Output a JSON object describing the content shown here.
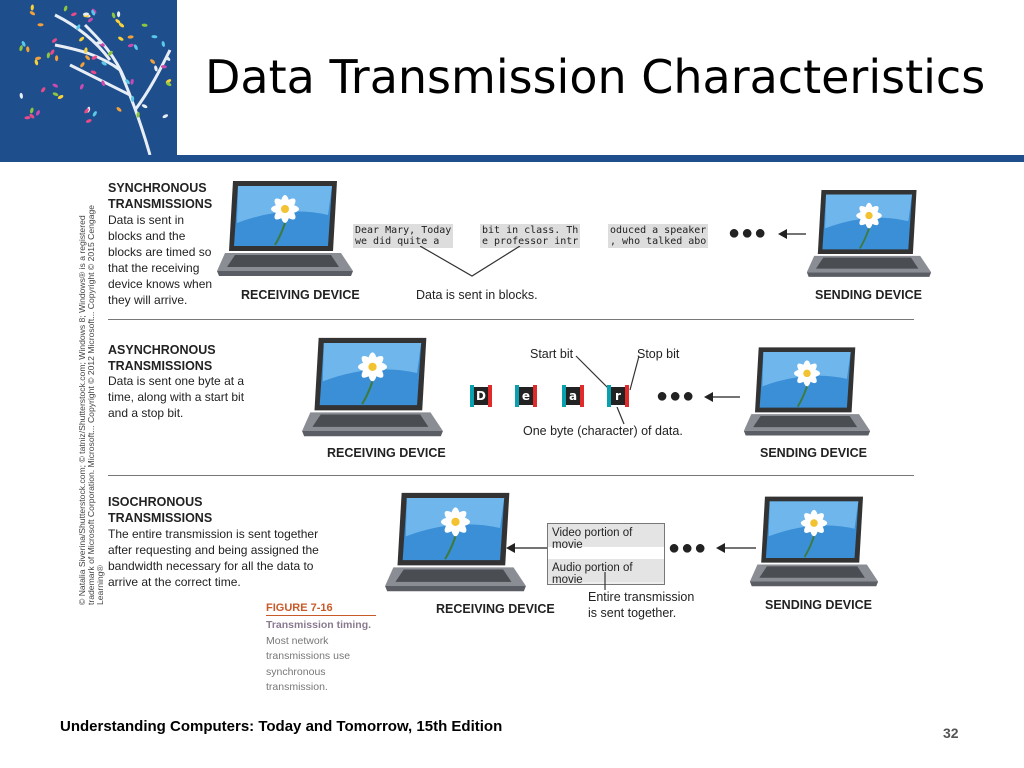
{
  "title": "Data Transmission Characteristics",
  "credit": "© Natalia Siverina/Shutterstock.com; © tatniz/Shutterstock.com; Windows 8; Windows® is a registered trademark of Microsoft Corporation. Microsoft... Copyright © 2012 Microsoft... Copyright © 2015 Cengage Learning®",
  "synchronous": {
    "title": "SYNCHRONOUS\nTRANSMISSIONS",
    "description": "Data is sent in blocks and the blocks are timed so that the receiving device knows when they will arrive.",
    "receiving": "RECEIVING DEVICE",
    "sending": "SENDING DEVICE",
    "block1_line1": "Dear Mary, Today",
    "block1_line2": "we did quite a",
    "block2_line1": "bit in class. Th",
    "block2_line2": "e professor intr",
    "block3_line1": "oduced a speaker",
    "block3_line2": ", who talked abo",
    "note": "Data is sent in blocks."
  },
  "asynchronous": {
    "title": "ASYNCHRONOUS\nTRANSMISSIONS",
    "description": "Data is sent one byte at a time, along with a start bit and a stop bit.",
    "receiving": "RECEIVING DEVICE",
    "sending": "SENDING DEVICE",
    "start_bit": "Start bit",
    "stop_bit": "Stop bit",
    "bytes": [
      "D",
      "e",
      "a",
      "r"
    ],
    "note": "One byte (character) of data."
  },
  "isochronous": {
    "title": "ISOCHRONOUS\nTRANSMISSIONS",
    "description": "The entire transmission is sent together after requesting and being assigned the bandwidth necessary for all the data to arrive at the correct time.",
    "receiving": "RECEIVING DEVICE",
    "sending": "SENDING DEVICE",
    "video": "Video portion of movie",
    "audio": "Audio portion of movie",
    "note": "Entire transmission\nis sent together."
  },
  "figure": {
    "label": "FIGURE 7-16",
    "caption_bold": "Transmission timing.",
    "caption_rest": " Most network transmissions use synchronous transmission."
  },
  "footer": "Understanding Computers: Today and Tomorrow, 15th Edition",
  "page_number": "32",
  "colors": {
    "brand_blue": "#1f4e8c",
    "start_bit": "#0aa0b0",
    "stop_bit": "#e02b2b",
    "figure_label": "#c85a2a"
  },
  "icons": [
    "tree-logo-icon",
    "laptop-icon",
    "arrow-left-icon"
  ]
}
